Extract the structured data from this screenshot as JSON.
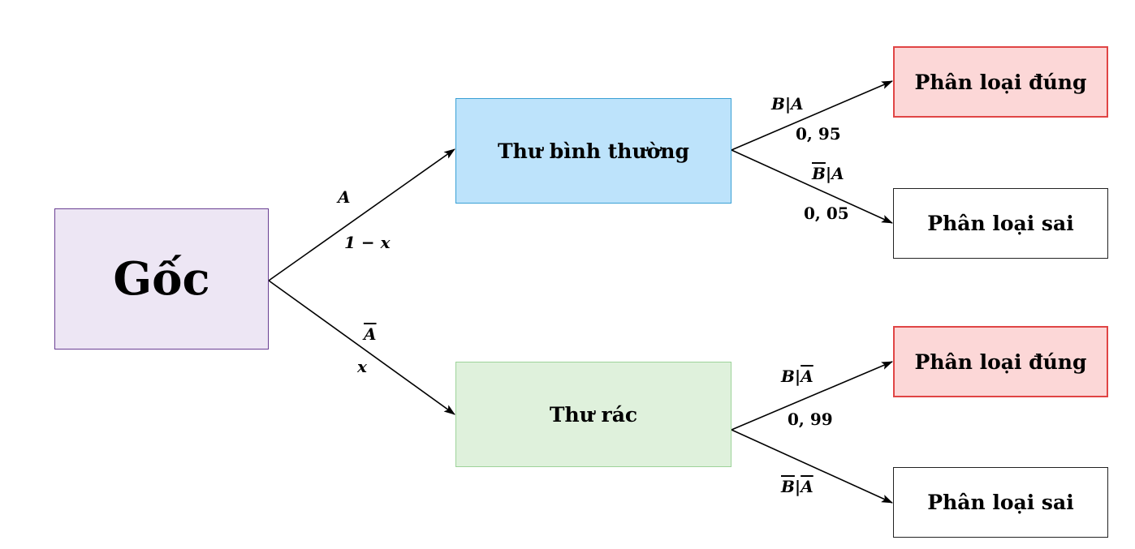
{
  "nodes": {
    "root": "Gốc",
    "normal": "Thư bình thường",
    "spam": "Thư rác",
    "leaf_normal_correct": "Phân loại đúng",
    "leaf_normal_wrong": "Phân loại sai",
    "leaf_spam_correct": "Phân loại đúng",
    "leaf_spam_wrong": "Phân loại sai"
  },
  "edges": {
    "root_to_normal": {
      "event": "A",
      "prob": "1 − x"
    },
    "root_to_spam": {
      "event_base": "A",
      "prob": "x"
    },
    "normal_to_correct": {
      "event": "B|A",
      "prob": "0, 95"
    },
    "normal_to_wrong": {
      "event_base": "B",
      "event_rest": "|A",
      "prob": "0, 05"
    },
    "spam_to_correct": {
      "event_pre": "B|",
      "event_base": "A",
      "prob": "0, 99"
    },
    "spam_to_wrong": {
      "event_base_b": "B",
      "event_mid": "|",
      "event_base_a": "A"
    }
  },
  "colors": {
    "root_fill": "#ede6f4",
    "root_border": "#6a3f93",
    "normal_fill": "#bde3fb",
    "normal_border": "#3aa0d5",
    "spam_fill": "#dff1dc",
    "spam_border": "#9ed39a",
    "correct_fill": "#fcd7d7",
    "correct_border": "#e04545",
    "arrow": "#000000"
  }
}
